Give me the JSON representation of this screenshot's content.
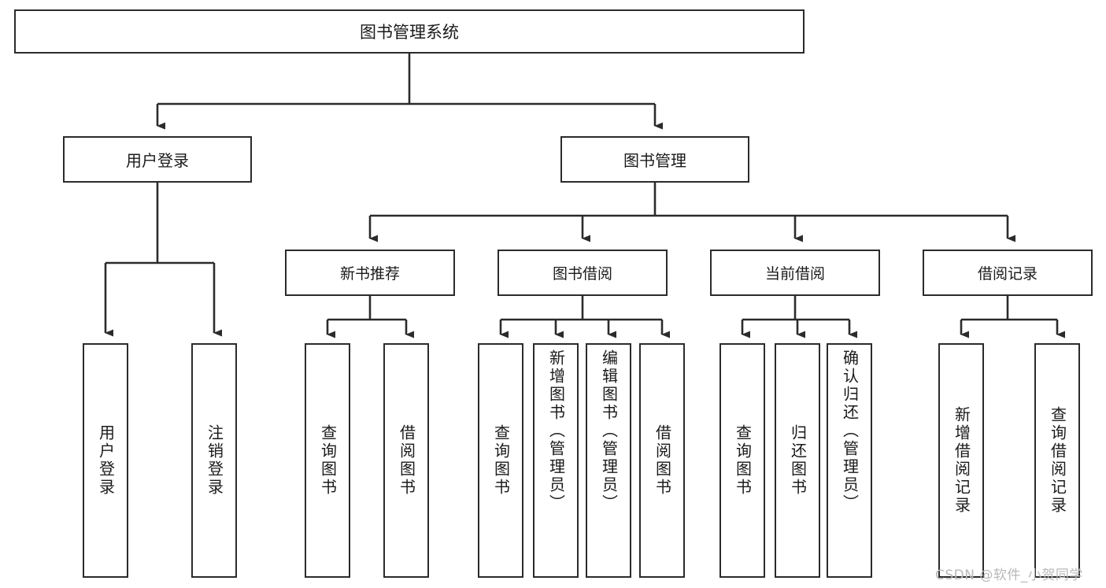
{
  "diagram": {
    "type": "tree",
    "title": "图书管理系统",
    "root": {
      "label": "图书管理系统"
    },
    "level2": [
      {
        "label": "用户登录"
      },
      {
        "label": "图书管理"
      }
    ],
    "level3": [
      {
        "label": "新书推荐"
      },
      {
        "label": "图书借阅"
      },
      {
        "label": "当前借阅"
      },
      {
        "label": "借阅记录"
      }
    ],
    "leaves": {
      "user_login": [
        {
          "label": "用户登录"
        },
        {
          "label": "注销登录"
        }
      ],
      "new_book_recommend": [
        {
          "label": "查询图书"
        },
        {
          "label": "借阅图书"
        }
      ],
      "book_borrow": [
        {
          "label": "查询图书"
        },
        {
          "label": "新增图书（管理员）"
        },
        {
          "label": "编辑图书（管理员）"
        },
        {
          "label": "借阅图书"
        }
      ],
      "current_borrow": [
        {
          "label": "查询图书"
        },
        {
          "label": "归还图书"
        },
        {
          "label": "确认归还（管理员）"
        }
      ],
      "borrow_records": [
        {
          "label": "新增借阅记录"
        },
        {
          "label": "查询借阅记录"
        }
      ]
    }
  },
  "watermark": {
    "text": "CSDN @软件_小贺同学"
  },
  "colors": {
    "stroke": "#2b2b2b",
    "fill": "#ffffff",
    "text": "#1a1a1a",
    "watermark": "#b9b9b9"
  }
}
